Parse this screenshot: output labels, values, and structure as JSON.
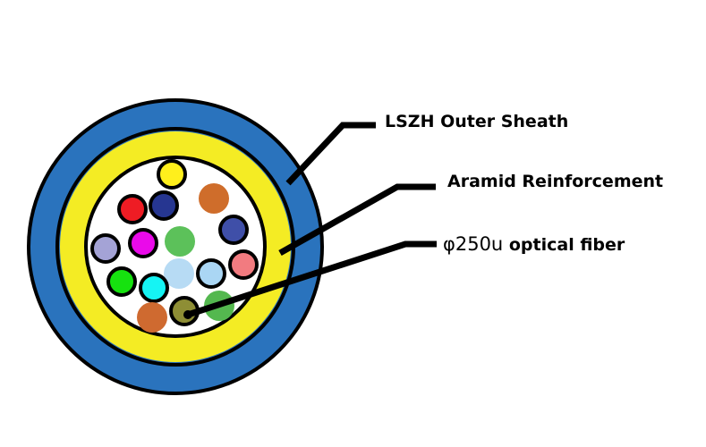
{
  "labels": {
    "outer_sheath": "LSZH Outer Sheath",
    "aramid": "Aramid Reinforcement",
    "fiber_prefix": "φ250u",
    "fiber_suffix": " optical fiber"
  },
  "colors": {
    "outer_sheath": "#2a73bd",
    "aramid": "#f4ec24",
    "core": "#ffffff",
    "outline": "#000000"
  },
  "fibers": [
    {
      "name": "yellow",
      "color": "#ffef1c"
    },
    {
      "name": "red",
      "color": "#ee1c24"
    },
    {
      "name": "navy",
      "color": "#263691"
    },
    {
      "name": "orange",
      "color": "#cf6d2b"
    },
    {
      "name": "blue",
      "color": "#3f4fa8"
    },
    {
      "name": "lavender",
      "color": "#a4a3d6"
    },
    {
      "name": "magenta",
      "color": "#ea0aea"
    },
    {
      "name": "green",
      "color": "#5cc15a"
    },
    {
      "name": "pink",
      "color": "#f27b80"
    },
    {
      "name": "lime",
      "color": "#16e20f"
    },
    {
      "name": "light-blue",
      "color": "#b7dbf4"
    },
    {
      "name": "light-blue-2",
      "color": "#aad6f4"
    },
    {
      "name": "cyan",
      "color": "#15f4f4"
    },
    {
      "name": "orange-2",
      "color": "#cf6a30"
    },
    {
      "name": "olive",
      "color": "#8e8e35"
    },
    {
      "name": "green-2",
      "color": "#54b84f"
    }
  ]
}
